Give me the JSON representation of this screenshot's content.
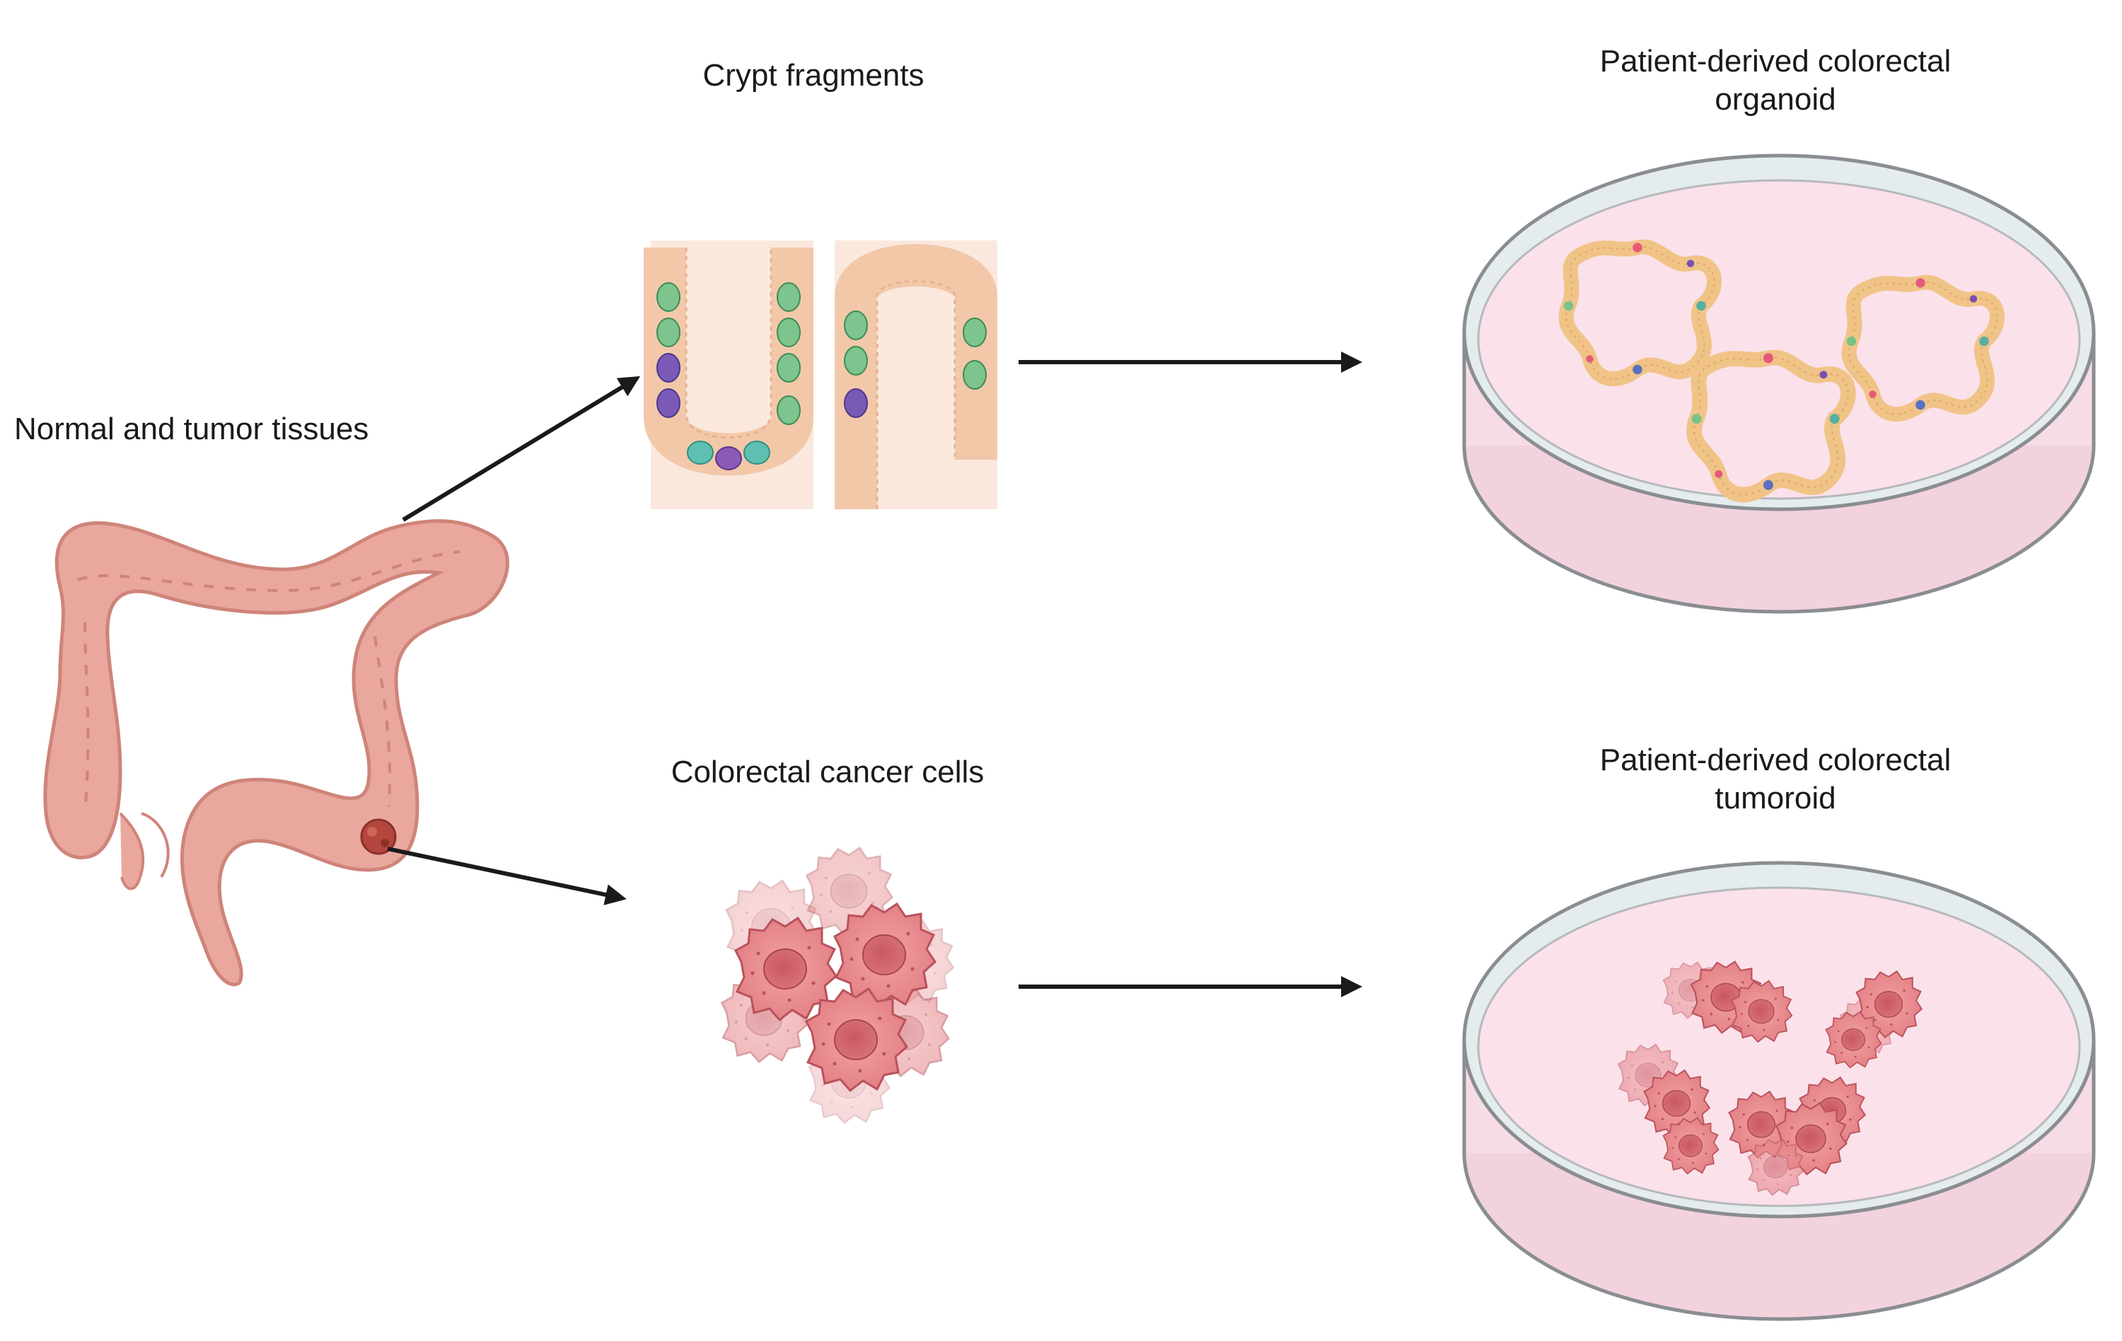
{
  "labels": {
    "tissues": "Normal and tumor tissues",
    "crypt": "Crypt fragments",
    "organoid_line1": "Patient-derived colorectal",
    "organoid_line2": "organoid",
    "cancer_cells": "Colorectal cancer cells",
    "tumoroid_line1": "Patient-derived colorectal",
    "tumoroid_line2": "tumoroid"
  },
  "colors": {
    "colon": "#e9a79e",
    "colon_dark": "#cf8479",
    "tumor": "#b3473e",
    "arrow": "#1a1a1a",
    "dish_rim": "#8a8d92",
    "dish_fill": "#f9d9e3",
    "cancer_cell": "#e4868a",
    "nucleus": "#c85a62"
  }
}
